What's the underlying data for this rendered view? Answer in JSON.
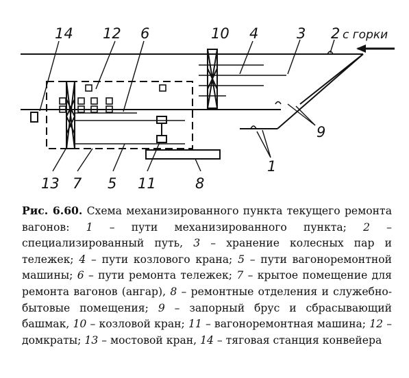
{
  "figure": {
    "direction_label": "с горки",
    "labels": {
      "l1": "1",
      "l2": "2",
      "l3": "3",
      "l4": "4",
      "l5": "5",
      "l6": "6",
      "l7": "7",
      "l8": "8",
      "l9": "9",
      "l10": "10",
      "l11": "11",
      "l12": "12",
      "l13": "13",
      "l14": "14"
    }
  },
  "caption": {
    "lead": "Рис. 6.60.",
    "title": "Схема механизированного пункта текущего ремонта вагонов:",
    "items": [
      {
        "num": "1",
        "text": "пути механизированного пункта;"
      },
      {
        "num": "2",
        "text": "специализированный путь,"
      },
      {
        "num": "3",
        "text": "хранение колесных пар и тележек;"
      },
      {
        "num": "4",
        "text": "пути козлового крана;"
      },
      {
        "num": "5",
        "text": "пути вагоноремонтной машины;"
      },
      {
        "num": "6",
        "text": "пути ремонта тележек;"
      },
      {
        "num": "7",
        "text": "крытое помещение для ремонта вагонов (ангар),"
      },
      {
        "num": "8",
        "text": "ремонтные отделения и служебно-бытовые помещения;"
      },
      {
        "num": "9",
        "text": "запорный брус и сбрасывающий башмак,"
      },
      {
        "num": "10",
        "text": "козловой кран;"
      },
      {
        "num": "11",
        "text": "вагоноремонтная машина;"
      },
      {
        "num": "12",
        "text": "домкраты;"
      },
      {
        "num": "13",
        "text": "мостовой кран,"
      },
      {
        "num": "14",
        "text": "тяговая станция конвейера"
      }
    ]
  }
}
